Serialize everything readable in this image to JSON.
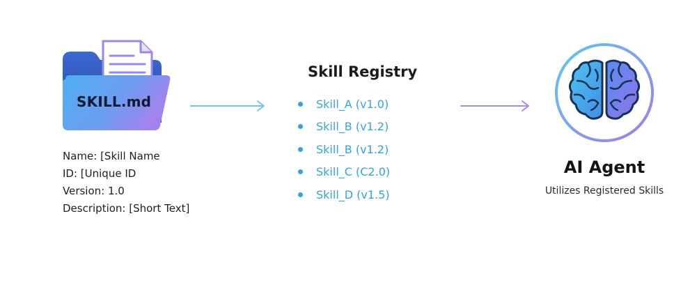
{
  "skill_file": {
    "icon": "folder-document-icon",
    "filename": "SKILL.md",
    "fields": [
      "Name: [Skill Name",
      "ID: [Unique ID",
      "Version: 1.0",
      "Description: [Short Text]"
    ]
  },
  "registry": {
    "title": "Skill Registry",
    "items": [
      "Skill_A (v1.0)",
      "Skill_B (v1.2)",
      "Skill_B (v1.2)",
      "Skill_C (C2.0)",
      "Skill_D (v1.5)"
    ]
  },
  "agent": {
    "icon": "brain-icon",
    "title": "AI Agent",
    "subtitle": "Utilizes Registered Skills"
  },
  "colors": {
    "folder_blue": "#2f5fc8",
    "folder_front_start": "#4fb0f0",
    "folder_front_end": "#9b82ee",
    "registry_text": "#2fa6e0",
    "arrow_left": "#6ec8ee",
    "arrow_right": "#a78cee",
    "ring_start": "#5ac8f2",
    "ring_end": "#a07cec"
  }
}
